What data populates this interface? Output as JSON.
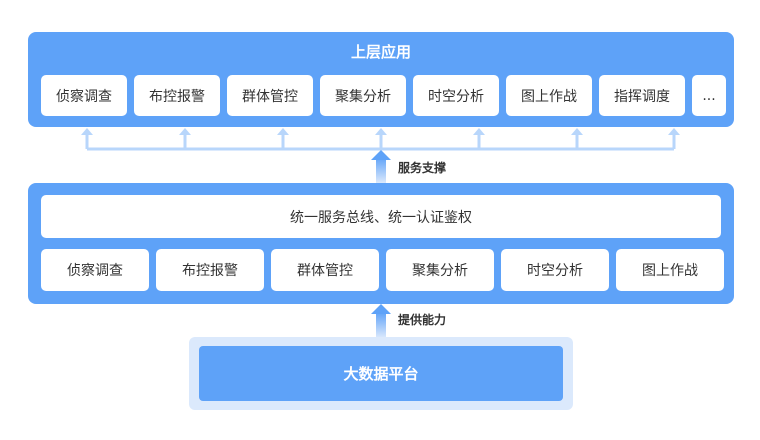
{
  "upper_layer": {
    "title": "上层应用",
    "apps": [
      "侦察调查",
      "布控报警",
      "群体管控",
      "聚集分析",
      "时空分析",
      "图上作战",
      "指挥调度",
      "..."
    ]
  },
  "service_support_label": "服务支撑",
  "middle_layer": {
    "bus_label": "统一服务总线、统一认证鉴权",
    "capabilities": [
      "侦察调查",
      "布控报警",
      "群体管控",
      "聚集分析",
      "时空分析",
      "图上作战"
    ]
  },
  "provide_capability_label": "提供能力",
  "base_platform": {
    "label": "大数据平台"
  },
  "colors": {
    "panel_blue": "#5ea2f8",
    "connector_light_blue": "#b8d6fb",
    "base_background": "#dbe9fc",
    "chip_background": "#ffffff",
    "text_dark": "#333333"
  }
}
